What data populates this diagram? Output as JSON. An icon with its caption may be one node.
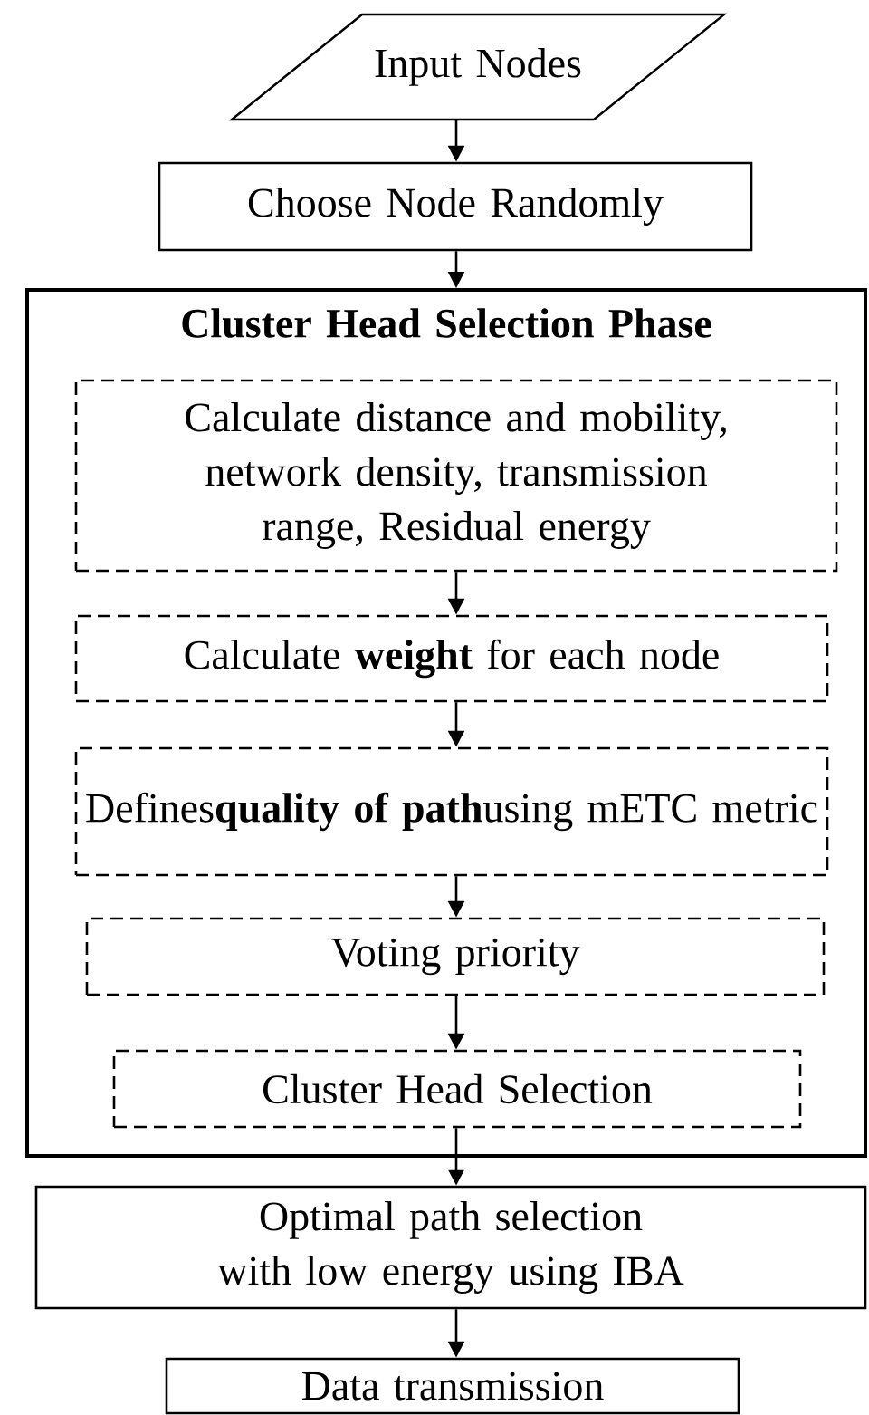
{
  "diagram": {
    "nodes": [
      {
        "text": [
          "Input Nodes"
        ]
      },
      {
        "text": [
          "Choose Node Randomly"
        ]
      },
      {
        "text": [
          "Cluster Head Selection Phase"
        ]
      },
      {
        "text": [
          "Calculate distance and mobility, network density, transmission range, Residual energy"
        ],
        "in": 2
      },
      {
        "text": [
          "Calculate **weight** for each node"
        ],
        "in": 2
      },
      {
        "text": [
          "Defines**quality of path**using mETC metric"
        ],
        "in": 2
      },
      {
        "text": [
          "Voting priority"
        ],
        "in": 2
      },
      {
        "text": [
          "Cluster Head Selection"
        ],
        "in": 2
      },
      {
        "text": [
          "Optimal path selection with low energy using IBA"
        ]
      },
      {
        "text": [
          "Data transmission"
        ]
      }
    ],
    "edges": [
      {
        "from": 0,
        "to": 1,
        "arrow": "to"
      },
      {
        "from": 1,
        "to": 2,
        "arrow": "to"
      },
      {
        "from": 3,
        "to": 4,
        "arrow": "to"
      },
      {
        "from": 4,
        "to": 5,
        "arrow": "to"
      },
      {
        "from": 5,
        "to": 6,
        "arrow": "to"
      },
      {
        "from": 6,
        "to": 7,
        "arrow": "to"
      },
      {
        "from": 7,
        "to": 8,
        "arrow": "to"
      },
      {
        "from": 8,
        "to": 9,
        "arrow": "to"
      }
    ]
  }
}
